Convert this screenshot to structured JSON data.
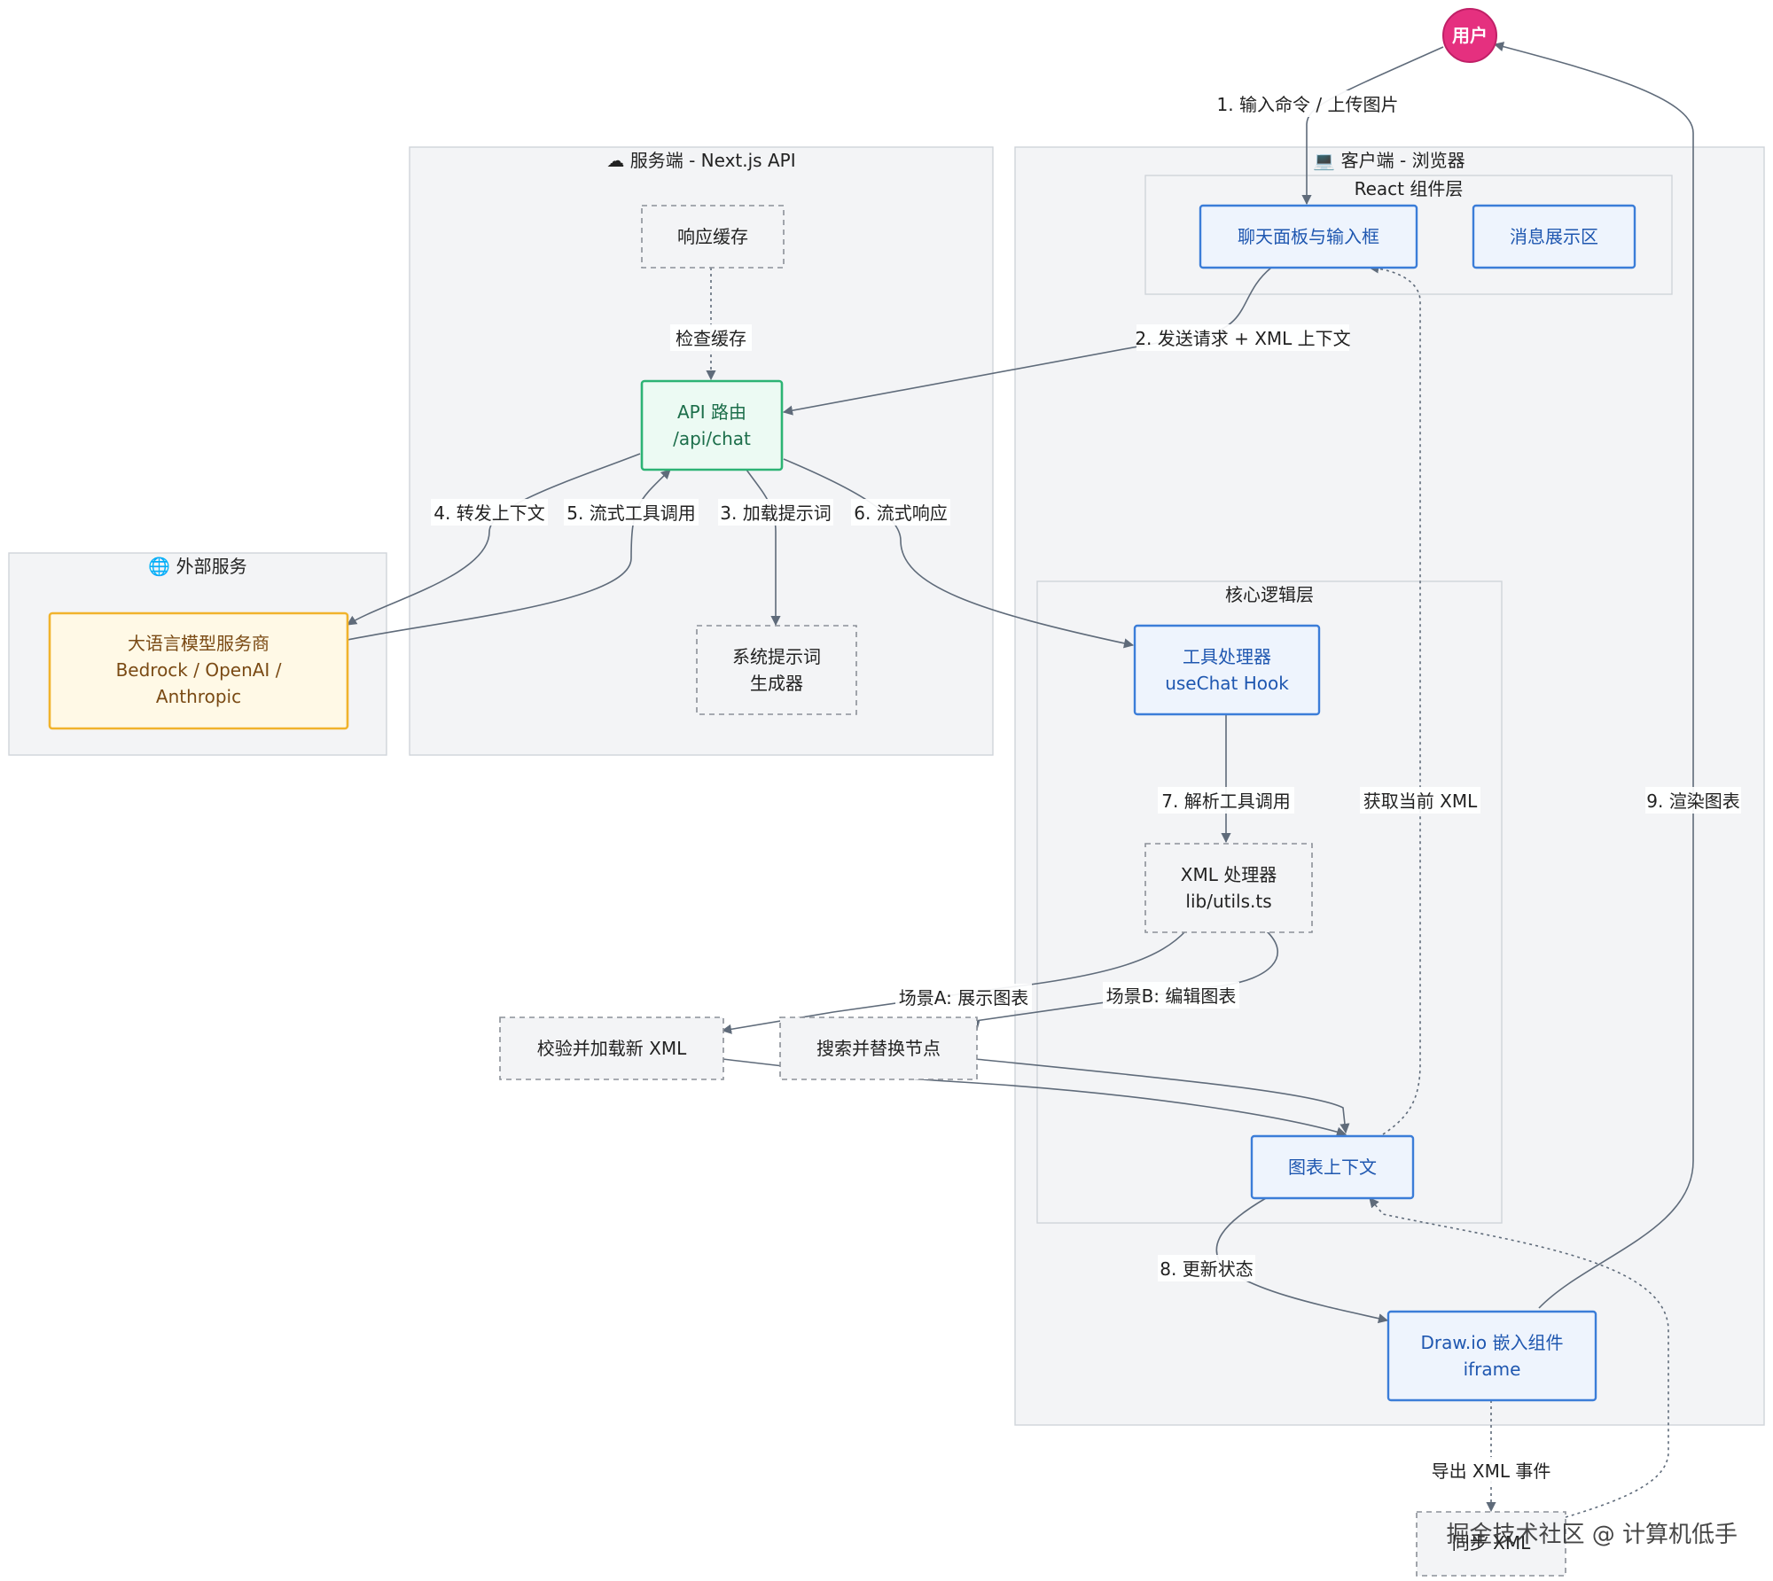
{
  "groups": {
    "server": "☁ 服务端 - Next.js API",
    "client": "💻 客户端 - 浏览器",
    "external": "🌐 外部服务",
    "react_layer": "React 组件层",
    "core_layer": "核心逻辑层"
  },
  "nodes": {
    "user": "用户",
    "chat_panel": "聊天面板与输入框",
    "message_area": "消息展示区",
    "response_cache": "响应缓存",
    "api_route": {
      "line1": "API 路由",
      "line2": "/api/chat"
    },
    "llm": {
      "line1": "大语言模型服务商",
      "line2": "Bedrock / OpenAI /",
      "line3": "Anthropic"
    },
    "system_prompt": {
      "line1": "系统提示词",
      "line2": "生成器"
    },
    "tool_handler": {
      "line1": "工具处理器",
      "line2": "useChat Hook"
    },
    "xml_processor": {
      "line1": "XML 处理器",
      "line2": "lib/utils.ts"
    },
    "validate_load": "校验并加载新 XML",
    "search_replace": "搜索并替换节点",
    "diagram_context": "图表上下文",
    "drawio": {
      "line1": "Draw.io 嵌入组件",
      "line2": "iframe"
    },
    "sync_xml": "同步 XML"
  },
  "edges": {
    "e1": "1. 输入命令 / 上传图片",
    "e2": "2. 发送请求 + XML 上下文",
    "check_cache": "检查缓存",
    "e3": "3. 加载提示词",
    "e4": "4. 转发上下文",
    "e5": "5. 流式工具调用",
    "e6": "6. 流式响应",
    "e7": "7. 解析工具调用",
    "get_xml": "获取当前 XML",
    "e8": "8. 更新状态",
    "e9": "9. 渲染图表",
    "scene_a": "场景A: 展示图表",
    "scene_b": "场景B: 编辑图表",
    "export_xml": "导出 XML 事件"
  },
  "watermark": "掘金技术社区 @ 计算机低手"
}
